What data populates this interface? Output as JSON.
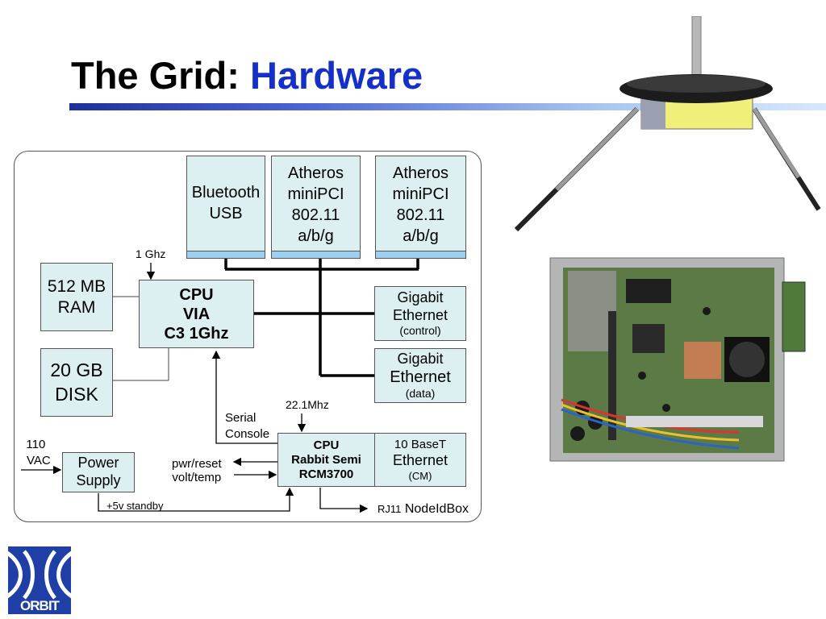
{
  "slide": {
    "title_main": "The Grid: ",
    "title_accent": "Hardware"
  },
  "diagram": {
    "bluetooth": {
      "line1": "Bluetooth",
      "line2": "USB"
    },
    "atheros1": {
      "line1": "Atheros",
      "line2": "miniPCI",
      "line3": "802.11",
      "line4": "a/b/g"
    },
    "atheros2": {
      "line1": "Atheros",
      "line2": "miniPCI",
      "line3": "802.11",
      "line4": "a/b/g"
    },
    "clock_label": "1 Ghz",
    "ram": {
      "line1": "512 MB",
      "line2": "RAM"
    },
    "cpu_main": {
      "line1": "CPU",
      "line2": "VIA",
      "line3": "C3 1Ghz"
    },
    "disk": {
      "line1": "20 GB",
      "line2": "DISK"
    },
    "gige_control": {
      "line1": "Gigabit",
      "line2": "Ethernet",
      "line3": "(control)"
    },
    "gige_data": {
      "line1": "Gigabit",
      "line2": "Ethernet",
      "line3": "(data)"
    },
    "crystal_label": "22.1Mhz",
    "serial_label": {
      "line1": "Serial",
      "line2": "Console"
    },
    "vac_label": {
      "line1": "110",
      "line2": "VAC"
    },
    "power_supply": {
      "line1": "Power",
      "line2": "Supply"
    },
    "pwr_label": {
      "line1": "pwr/reset",
      "line2": "volt/temp"
    },
    "cpu_rabbit": {
      "line1": "CPU",
      "line2": "Rabbit Semi",
      "line3": "RCM3700"
    },
    "eth_cm": {
      "line1": "10 BaseT",
      "line2": "Ethernet",
      "line3": "(CM)"
    },
    "standby_label": "+5v standby",
    "rj11_label": "RJ11",
    "nodeidbox_label": "NodeIdBox"
  },
  "logo": {
    "text": "ORBIT"
  },
  "colors": {
    "accent": "#1530c8",
    "box_fill": "#dcf0f2",
    "box_strip": "#9dd0ee",
    "logo_blue": "#1f3fa6"
  }
}
